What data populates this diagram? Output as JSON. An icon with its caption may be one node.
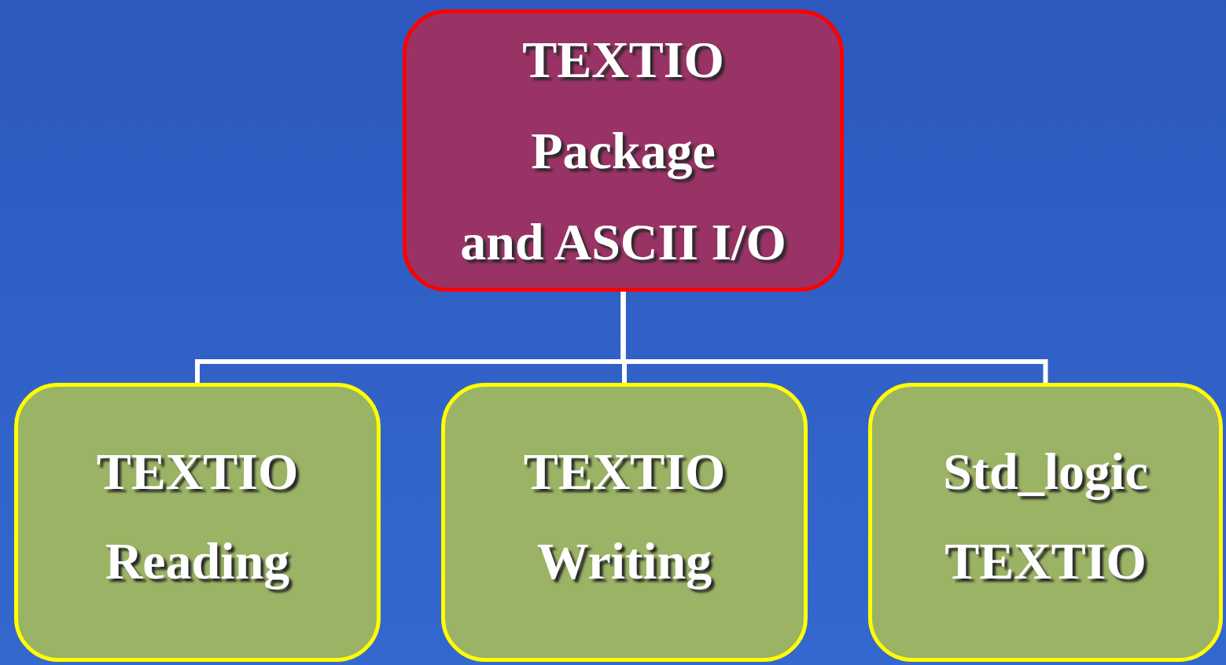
{
  "diagram": {
    "nodes": [
      {
        "text": [
          "TEXTIO",
          "Package",
          "and ASCII I/O"
        ]
      },
      {
        "text": [
          "TEXTIO Reading"
        ]
      },
      {
        "text": [
          "TEXTIO Writing"
        ]
      },
      {
        "text": [
          "Std_logic TEXTIO"
        ]
      }
    ],
    "edges": [
      {
        "from": 0,
        "to": 1,
        "arrow": "none"
      },
      {
        "from": 0,
        "to": 2,
        "arrow": "none"
      },
      {
        "from": 0,
        "to": 3,
        "arrow": "none"
      }
    ]
  }
}
